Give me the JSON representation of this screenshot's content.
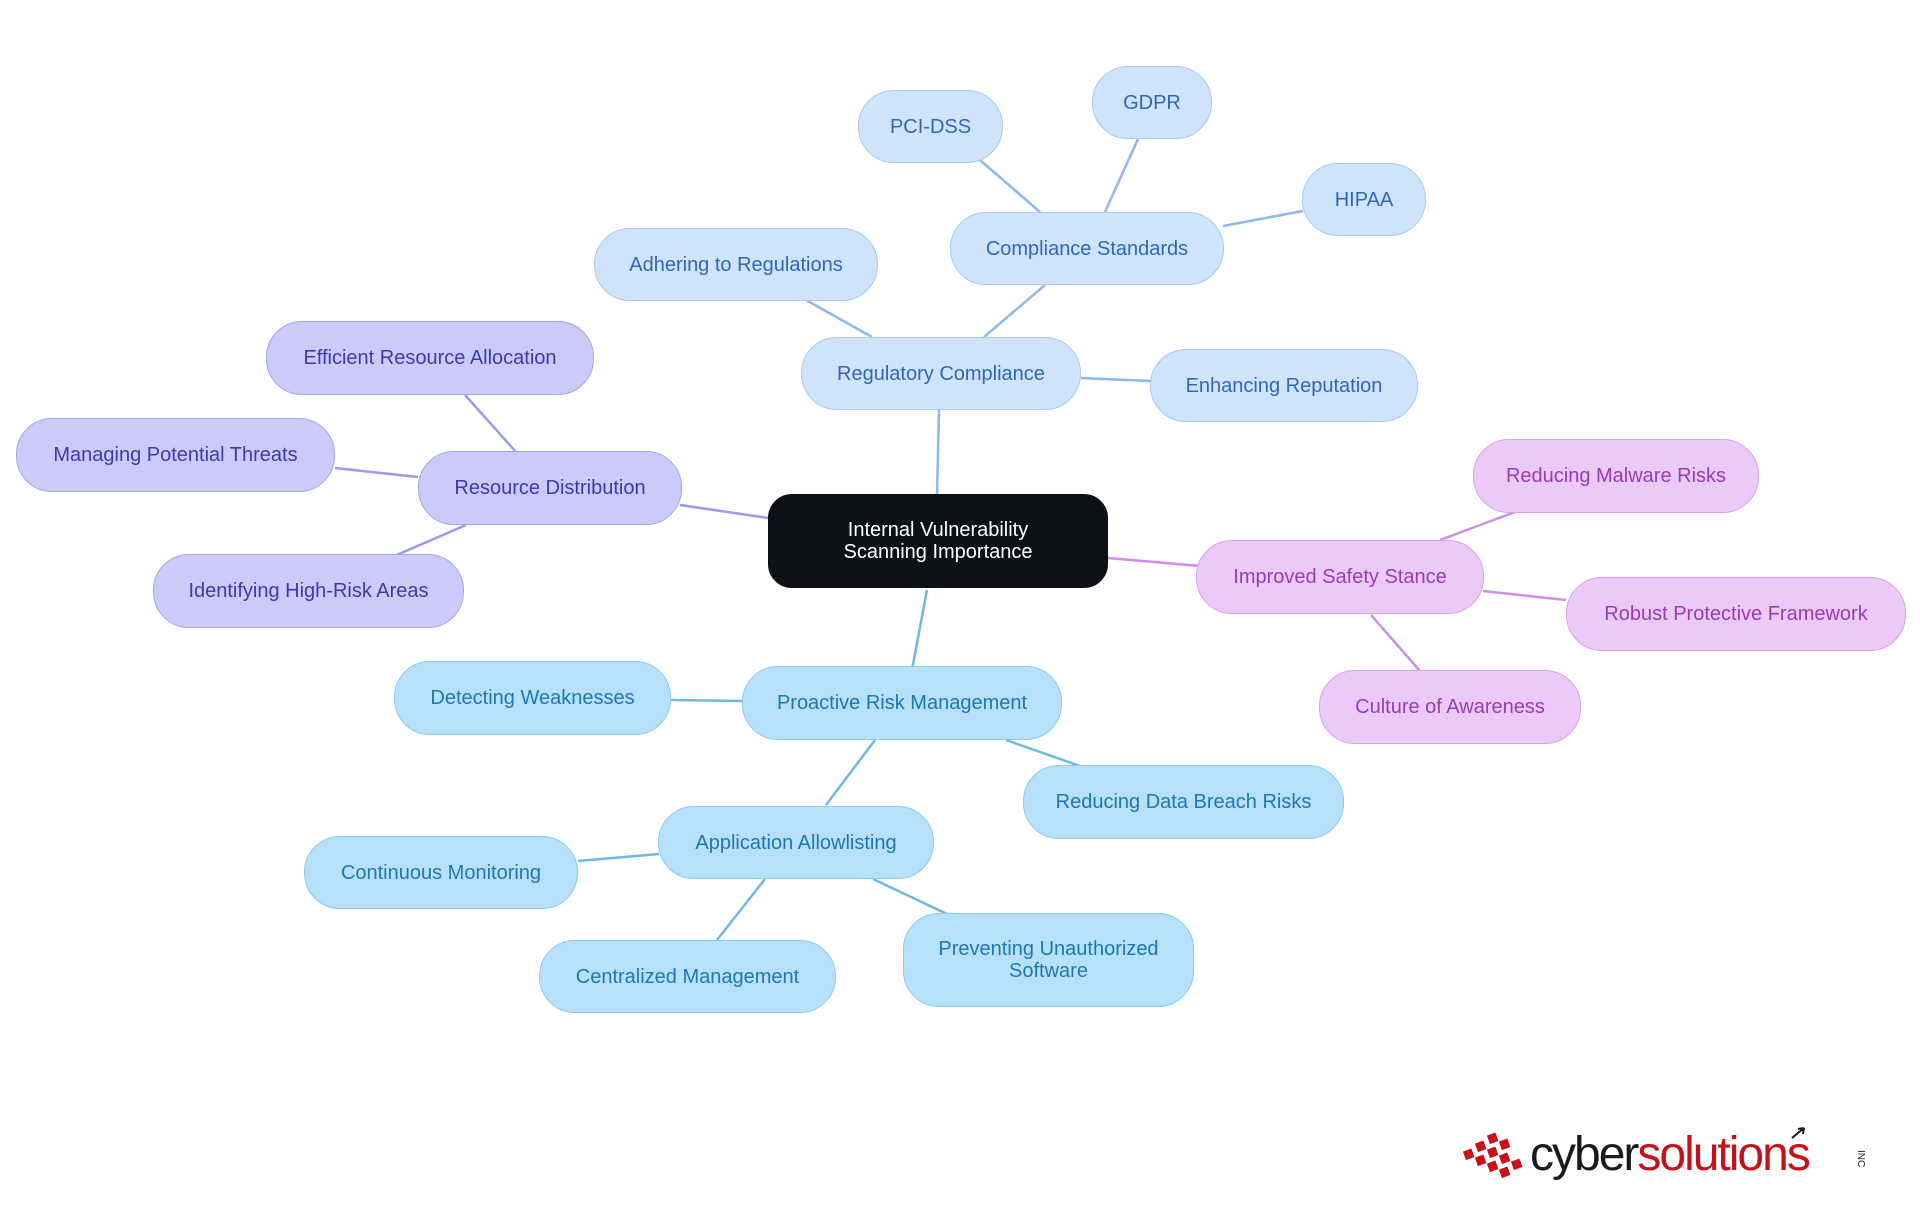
{
  "diagram": {
    "root": "Internal Vulnerability Scanning Importance",
    "regulatory": {
      "label": "Regulatory Compliance",
      "adhering": "Adhering to Regulations",
      "reputation": "Enhancing Reputation",
      "standards": {
        "label": "Compliance Standards",
        "pci": "PCI-DSS",
        "gdpr": "GDPR",
        "hipaa": "HIPAA"
      }
    },
    "resource": {
      "label": "Resource Distribution",
      "efficient": "Efficient Resource Allocation",
      "threats": "Managing Potential Threats",
      "high_risk": "Identifying High-Risk Areas"
    },
    "safety": {
      "label": "Improved Safety Stance",
      "malware": "Reducing Malware Risks",
      "framework": "Robust Protective Framework",
      "culture": "Culture of Awareness"
    },
    "proactive": {
      "label": "Proactive Risk Management",
      "weaknesses": "Detecting Weaknesses",
      "breach": "Reducing Data Breach Risks",
      "allowlisting": {
        "label": "Application Allowlisting",
        "monitoring": "Continuous Monitoring",
        "centralized": "Centralized Management",
        "unauthorized": "Preventing Unauthorized Software"
      }
    }
  },
  "logo": {
    "word_dark": "cyber",
    "word_red": "solutions",
    "suffix": "INC",
    "dark_color": "#1a1a1a",
    "red_color": "#c8101a"
  },
  "colors": {
    "blue_line": "#8fb9ea",
    "sky_line": "#6fb8e6",
    "violet_line": "#9a9af0",
    "pink_line": "#cc8eea"
  }
}
